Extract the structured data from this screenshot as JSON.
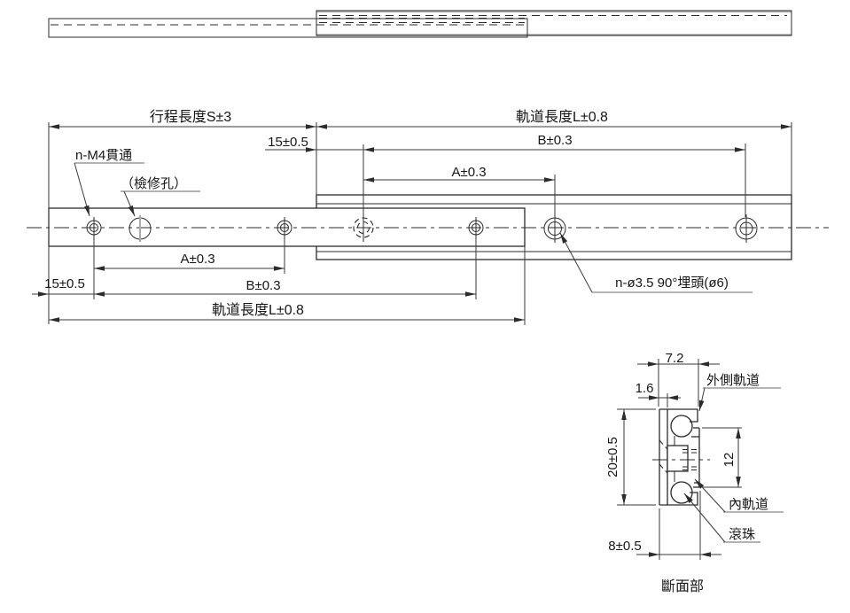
{
  "drawing_title": "斷面部",
  "colors": {
    "line": "#2b2b2b",
    "dimension": "#3a3a3a",
    "underline": "#9b9b9b",
    "background": "#ffffff"
  },
  "main_view": {
    "dims": {
      "stroke_length": "行程長度S±3",
      "rail_length_top": "軌道長度L±0.8",
      "offset_15_top": "15±0.5",
      "dim_b_top": "B±0.3",
      "dim_a_top": "A±0.3",
      "dim_a_bottom": "A±0.3",
      "offset_15_bottom": "15±0.5",
      "dim_b_bottom": "B±0.3",
      "rail_length_bottom": "軌道長度L±0.8"
    },
    "callouts": {
      "m4_holes": "n-M4貫通",
      "inspection_hole": "（檢修孔）",
      "countersunk_holes": "n-ø3.5 90°埋頭(ø6)"
    }
  },
  "section_view": {
    "dims": {
      "outer_width": "7.2",
      "thickness": "1.6",
      "outer_height": "20±0.5",
      "inner_height": "12",
      "inner_width": "8±0.5"
    },
    "labels": {
      "outer_rail": "外側軌道",
      "inner_rail": "內軌道",
      "ball": "滾珠"
    },
    "title": "斷面部"
  }
}
